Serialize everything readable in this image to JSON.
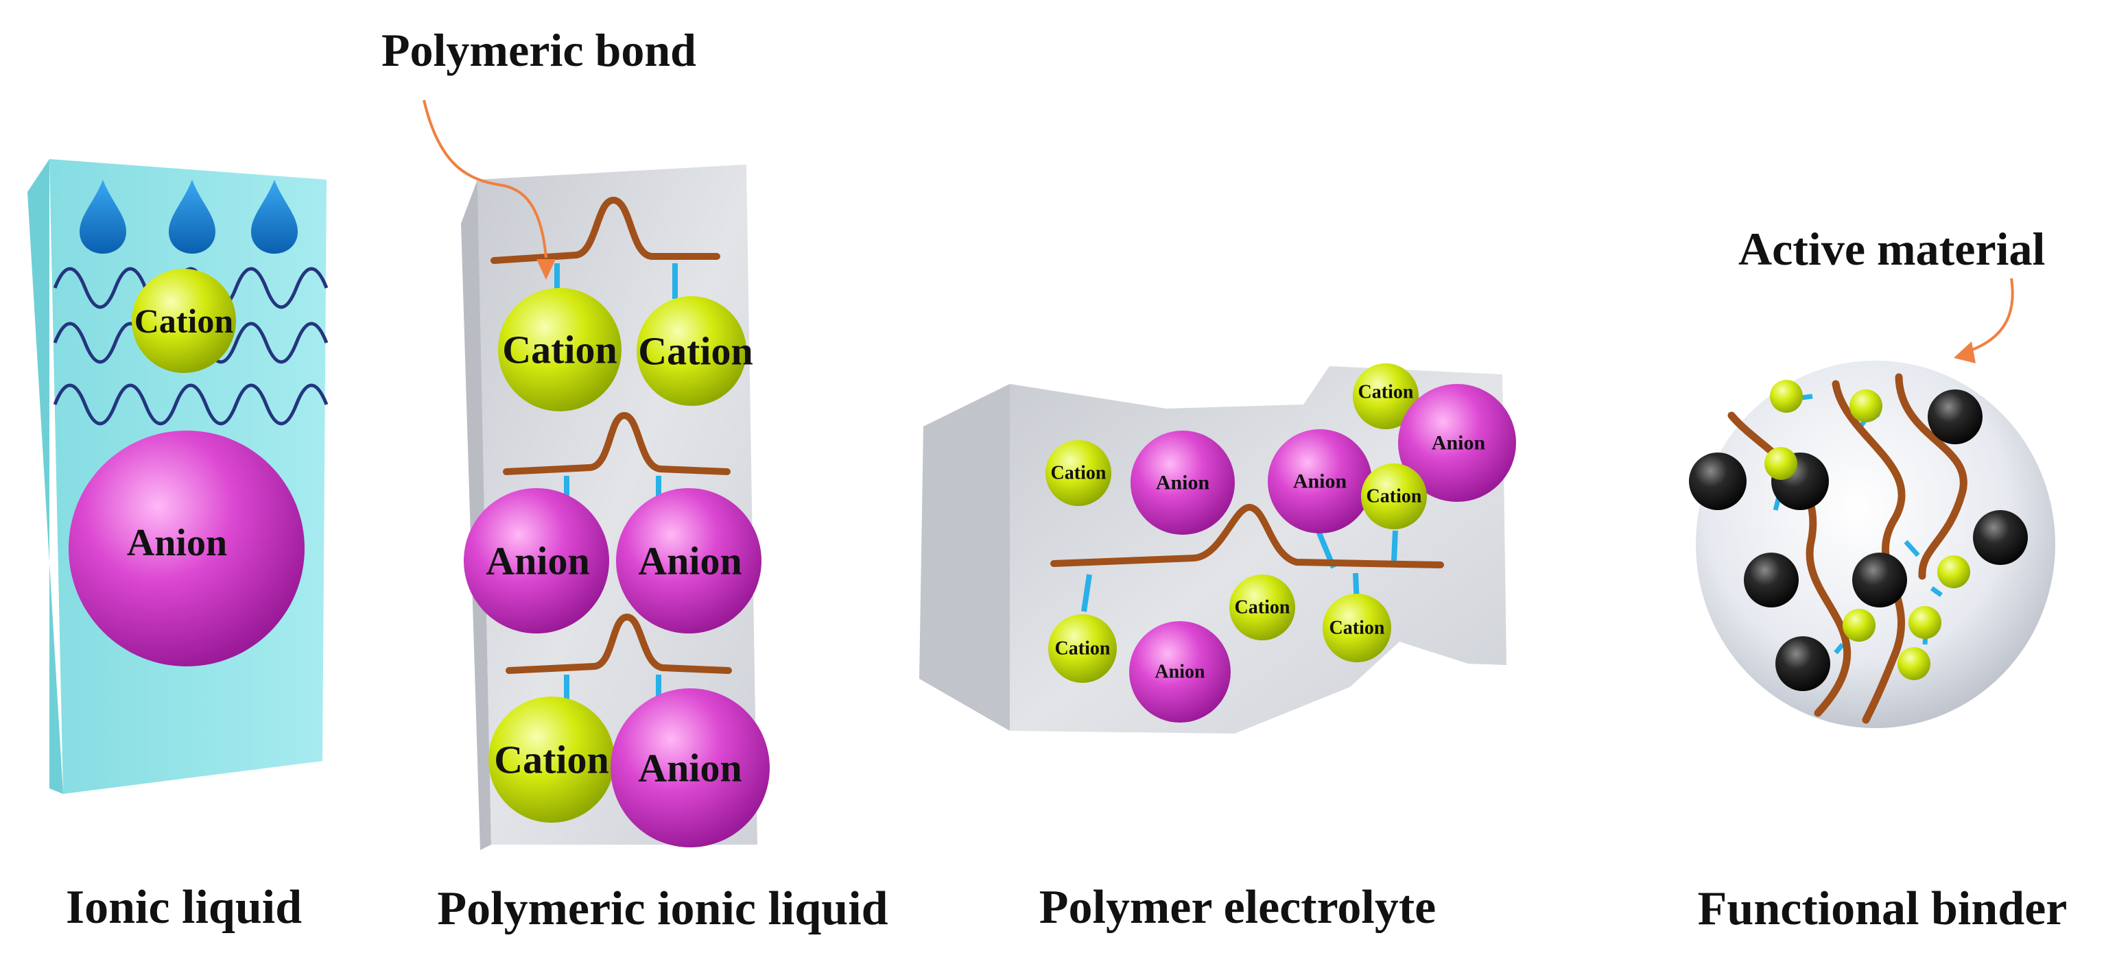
{
  "labels": {
    "cation": "Cation",
    "anion": "Anion"
  },
  "annotations": {
    "polymeric_bond": "Polymeric bond",
    "active_material": "Active material"
  },
  "panels": [
    {
      "caption": "Ionic liquid"
    },
    {
      "caption": "Polymeric ionic liquid"
    },
    {
      "caption": "Polymer electrolyte"
    },
    {
      "caption": "Functional binder"
    }
  ],
  "colors": {
    "cation": "#c8e000",
    "anion": "#d440c8",
    "polymer_chain": "#a0501a",
    "link": "#28b0e8",
    "liquid_block": "#9ce6ea",
    "gray_block": "#d6d9de",
    "arrow": "#f08040",
    "active_particle": "#222222",
    "water_drop": "#1f8fd8",
    "wave": "#2a3a8a"
  }
}
